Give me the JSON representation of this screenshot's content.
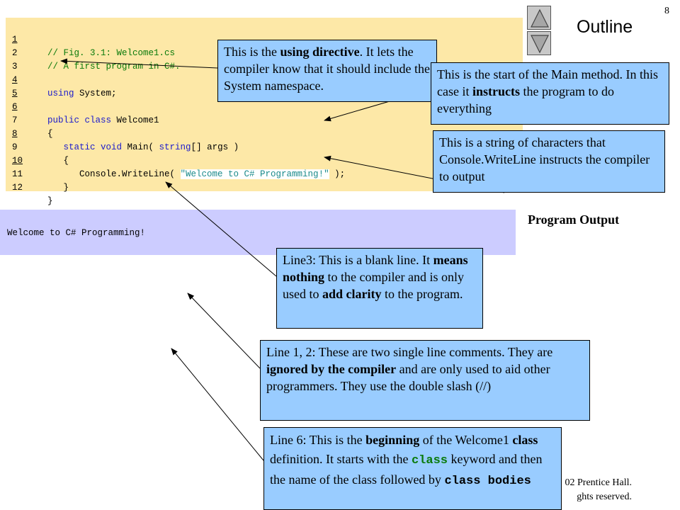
{
  "page_number": "8",
  "outline": {
    "title": "Outline"
  },
  "nav": {
    "up_label": "Previous slide",
    "down_label": "Next slide"
  },
  "code": {
    "lines": [
      {
        "num": "1",
        "text": "// Fig. 3.1: Welcome1.cs"
      },
      {
        "num": "2",
        "text": "// A first program in C#."
      },
      {
        "num": "3",
        "text": ""
      },
      {
        "num": "4",
        "kw": "using",
        "text": " System;"
      },
      {
        "num": "5",
        "text": ""
      },
      {
        "num": "6",
        "kw": "public class",
        "text": " Welcome1"
      },
      {
        "num": "7",
        "text": "{"
      },
      {
        "num": "8",
        "kw": "static void",
        "text": " Main( ",
        "kw2": "string",
        "text2": "[] args )"
      },
      {
        "num": "9",
        "text": "   {"
      },
      {
        "num": "10",
        "text": "      Console.WriteLine( ",
        "str": "\"Welcome to C# Programming!\"",
        "text2": " );"
      },
      {
        "num": "11",
        "text": "   }"
      },
      {
        "num": "12",
        "text": "}"
      }
    ]
  },
  "output": {
    "text": "Welcome to C# Programming!",
    "label": "Program Output"
  },
  "callouts": {
    "using": {
      "p1": "This is the ",
      "b1": "using directive",
      "p2": ". It lets the compiler know that it should include the System namespace."
    },
    "main": {
      "p1": "This is the start of the Main method. In this case it ",
      "b1": "instructs",
      "p2": " the program to do everything"
    },
    "string": {
      "p1": "This is a string of characters that Console.WriteLine instructs the compiler to output"
    },
    "line3": {
      "p1": "Line3: This is a blank line. It ",
      "b1": "means nothing",
      "p2": " to the compiler and is only used to ",
      "b2": "add clarity",
      "p3": " to the program."
    },
    "line12": {
      "p1": "Line 1, 2: These are two single line comments. They are ",
      "b1": "ignored by the compiler",
      "p2": " and are only used to aid other programmers. They use the double slash (//)"
    },
    "line6": {
      "p1": "Line 6: This is the ",
      "b1": "beginning",
      "p2": " of the Welcome1 ",
      "b2": "class",
      "p3": " definition. It starts with the ",
      "m1": "class",
      "p4": " keyword and then the name of the class followed by ",
      "m2": "class bodies"
    }
  },
  "copyright": {
    "line1": "02 Prentice Hall.",
    "line2": "ghts reserved."
  }
}
